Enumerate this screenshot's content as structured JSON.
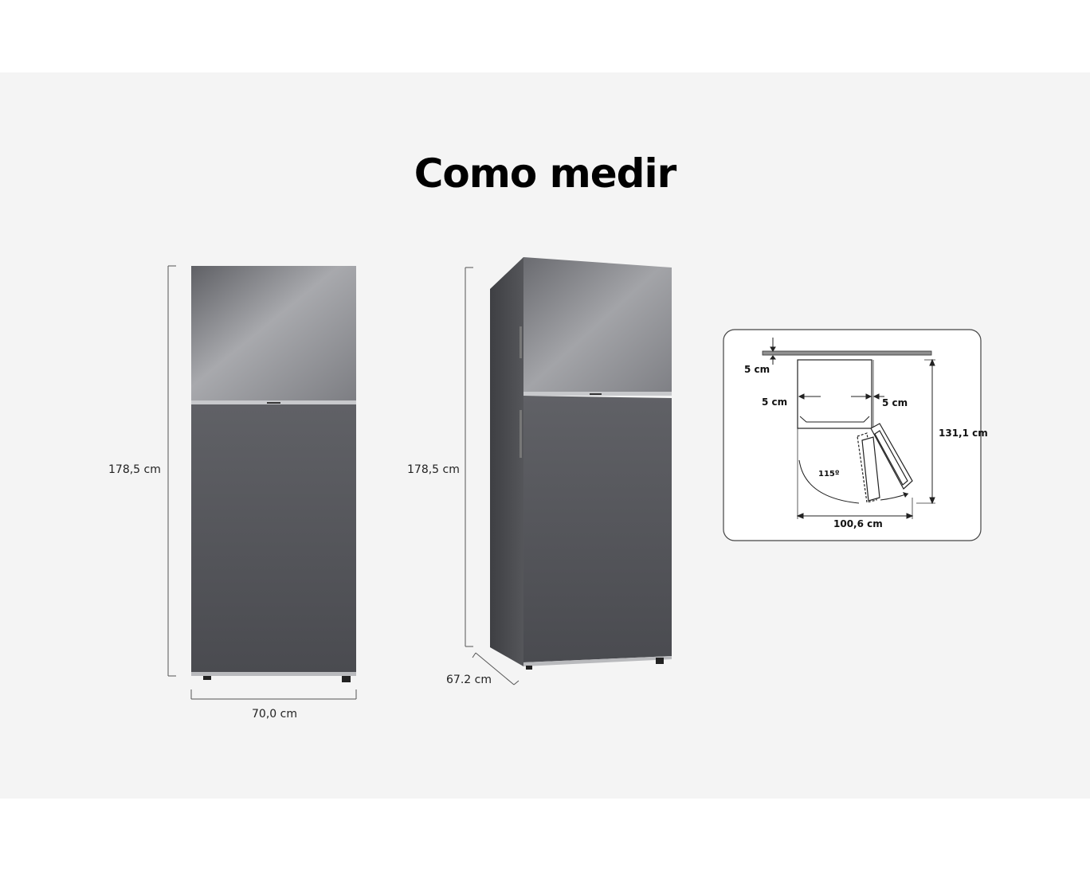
{
  "page": {
    "title": "Como medir"
  },
  "front_view": {
    "height_label": "178,5 cm",
    "width_label": "70,0 cm"
  },
  "side_view": {
    "height_label": "178,5 cm",
    "depth_label": "67.2 cm"
  },
  "clearance_diagram": {
    "top_gap": "5 cm",
    "left_gap": "5 cm",
    "right_gap": "5 cm",
    "depth_with_door": "131,1 cm",
    "width_with_door": "100,6 cm",
    "door_angle": "115º"
  },
  "colors": {
    "background": "#f4f4f4",
    "steel_top": "#9a9ba0",
    "steel_bottom": "#55565b",
    "line": "#555555"
  }
}
